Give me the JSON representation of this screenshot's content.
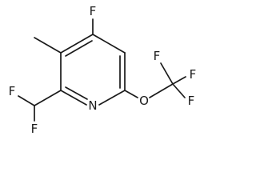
{
  "molecule": {
    "atoms": {
      "ring_fluorine": "F",
      "ring_nitrogen": "N",
      "ether_oxygen": "O",
      "difluoromethyl_f_upper": "F",
      "difluoromethyl_f_lower": "F",
      "trifluoromethyl_f_top": "F",
      "trifluoromethyl_f_right": "F",
      "trifluoromethyl_f_bottom": "F"
    },
    "colors": {
      "bond": "#1a1a1a",
      "label": "#1a1a1a",
      "background": "#ffffff"
    }
  }
}
